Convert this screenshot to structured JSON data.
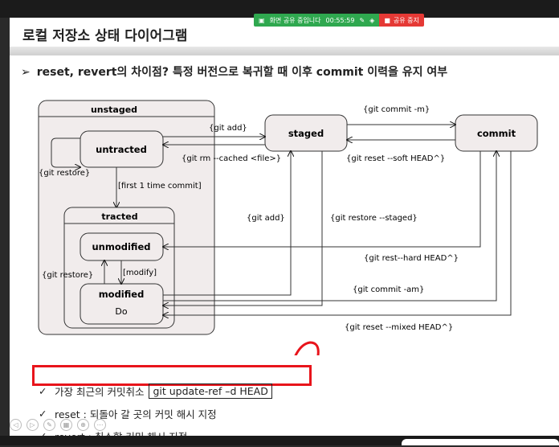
{
  "share_bar": {
    "label": "화면 공유 중입니다",
    "timer": "00:55:59",
    "stop_label": "공유 중지"
  },
  "slide": {
    "title": "로컬 저장소 상태 다이어그램",
    "main_bullet": "reset, revert의 차이점?   특정 버전으로 복귀할 때 이후 commit 이력을 유지 여부"
  },
  "diagram": {
    "unstaged_label": "unstaged",
    "untracted_label": "untracted",
    "tracted_label": "tracted",
    "unmodified_label": "unmodified",
    "modified_label": "modified",
    "modified_sub": "Do",
    "staged_label": "staged",
    "commit_label": "commit",
    "edges": {
      "git_add_top": "{git add}",
      "git_rm_cached": "{git rm --cached <file>}",
      "git_restore_untracted": "{git restore}",
      "first_commit": "[first 1 time commit]",
      "git_add_mid": "{git add}",
      "git_restore_staged": "{git restore --staged}",
      "git_commit_m": "{git commit -m}",
      "git_reset_soft": "{git reset --soft HEAD^}",
      "git_reset_hard": "{git rest--hard HEAD^}",
      "git_commit_am": "{git commit -am}",
      "git_reset_mixed": "{git reset --mixed HEAD^}",
      "git_restore_modified": "{git restore}",
      "modify": "[modify]"
    }
  },
  "checks": [
    {
      "text": "가장 최근의 커밋취소",
      "command": "git update-ref –d HEAD"
    },
    {
      "text": "reset : 되돌아 갈 곳의 커밋 해시 지정",
      "command": ""
    },
    {
      "text": "revert : 취소할 커밋 해시 지정",
      "command": ""
    }
  ],
  "check_mark": "✓",
  "bullet_arrow": "➢",
  "colors": {
    "state_fill": "#f1ecec",
    "highlight_red": "#e8141b",
    "share_green": "#2fa84f",
    "share_red": "#e53935"
  }
}
